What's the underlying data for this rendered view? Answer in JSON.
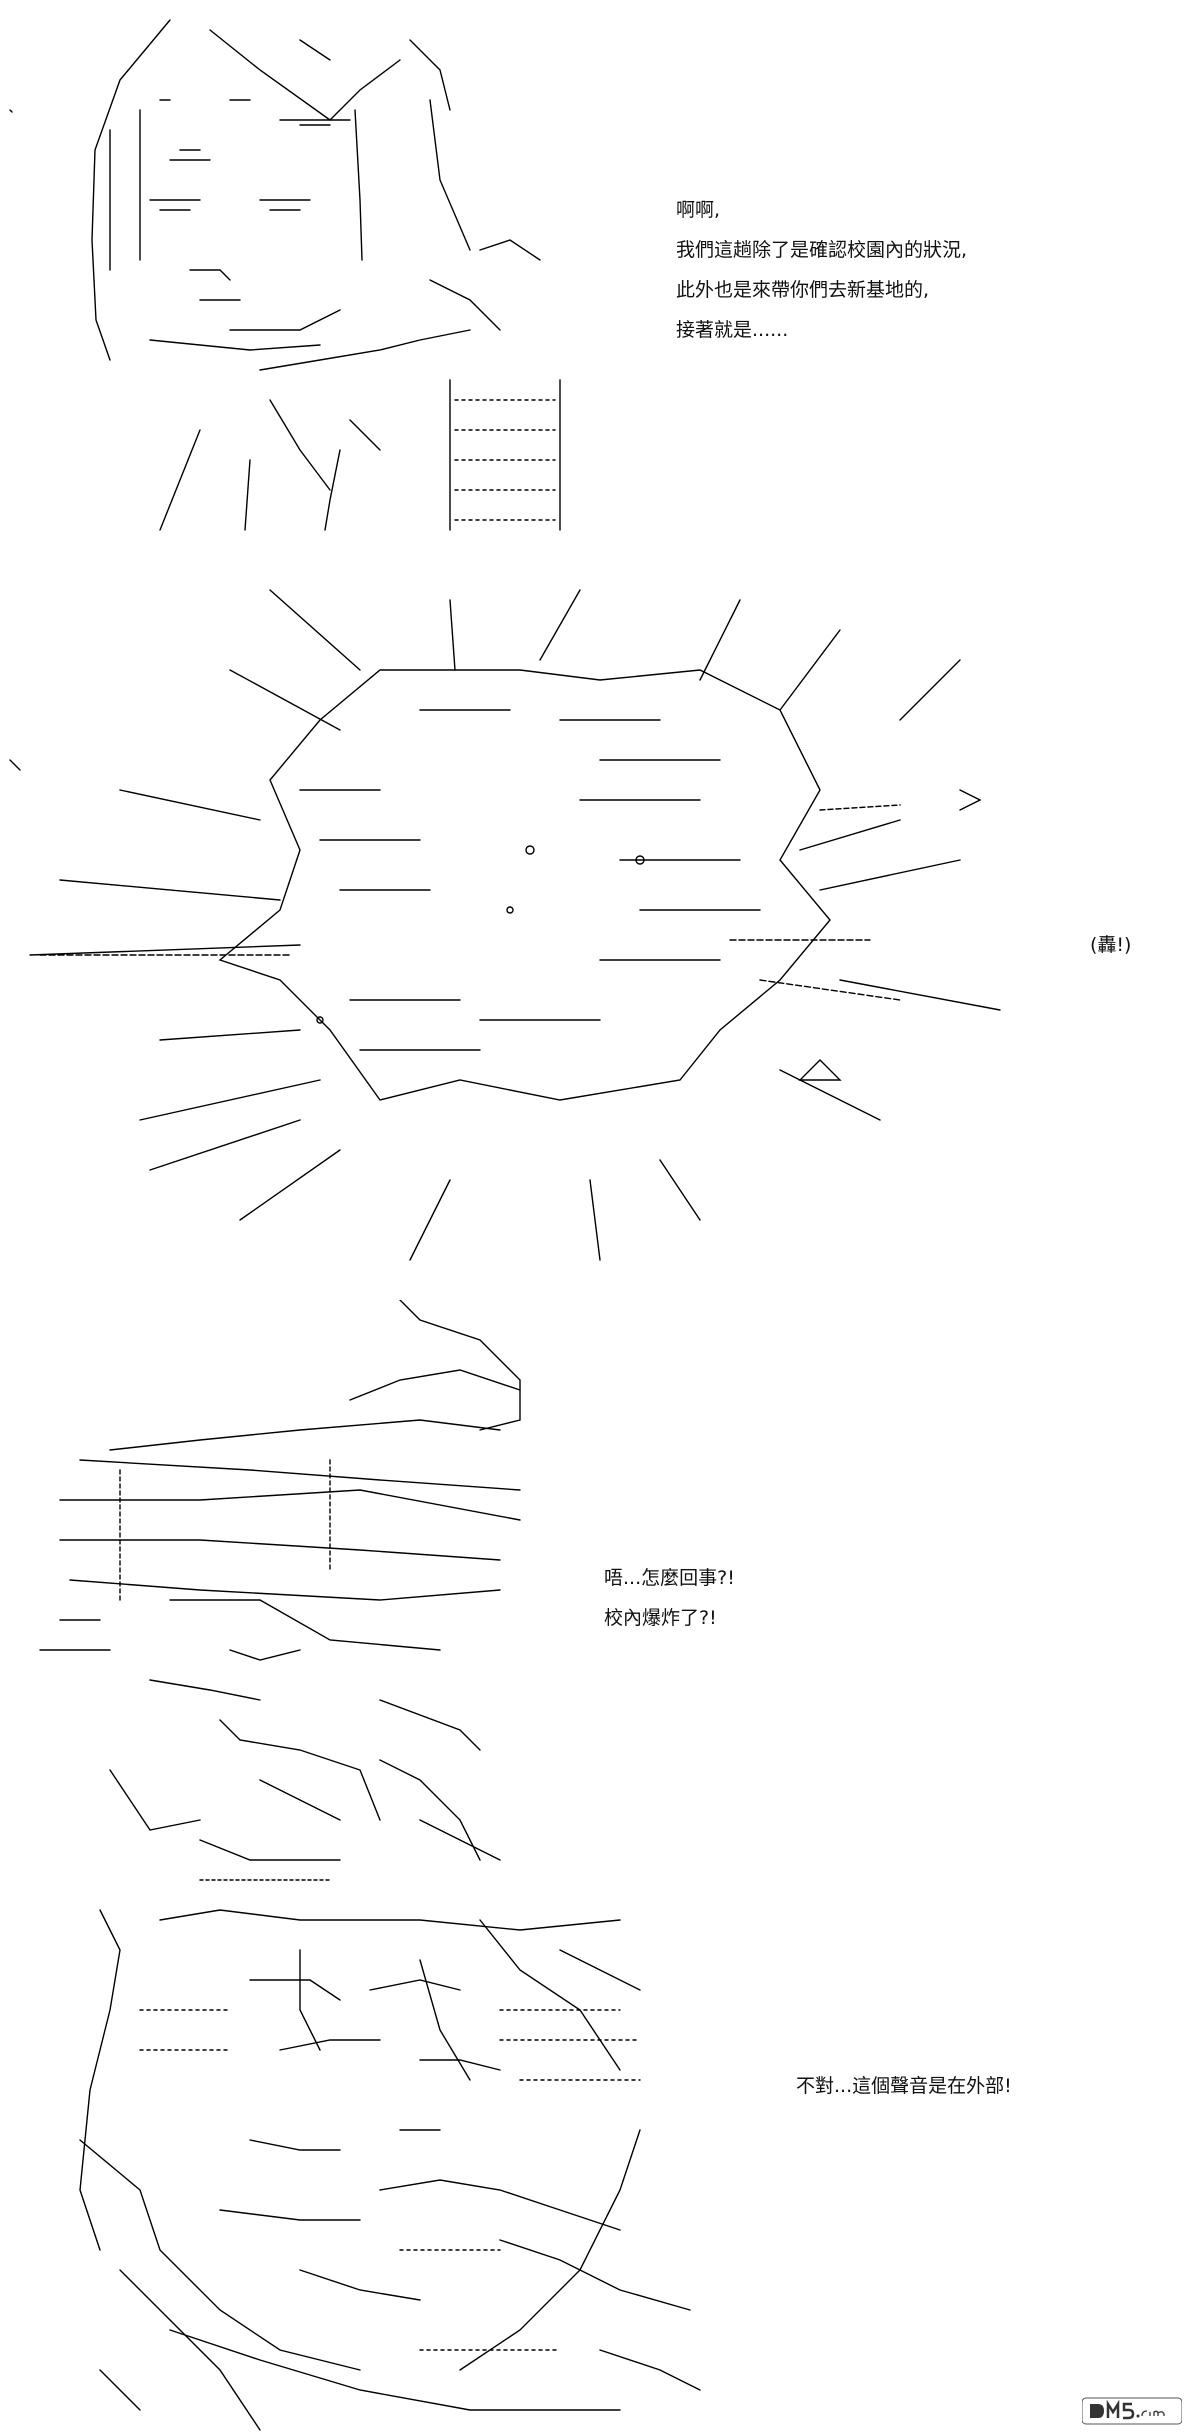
{
  "panel1": {
    "lines": [
      "啊啊,",
      "我們這趟除了是確認校園內的狀況,",
      "此外也是來帶你們去新基地的,",
      "接著就是......"
    ]
  },
  "panel2": {
    "sfx": "(轟!)"
  },
  "panel3": {
    "lines": [
      "唔...怎麼回事?!",
      "校內爆炸了?!"
    ]
  },
  "panel4": {
    "lines": [
      "不對...這個聲音是在外部!"
    ]
  },
  "watermark": {
    "text": "DM5.com"
  },
  "colors": {
    "background": "#ffffff",
    "ink": "#000000"
  }
}
